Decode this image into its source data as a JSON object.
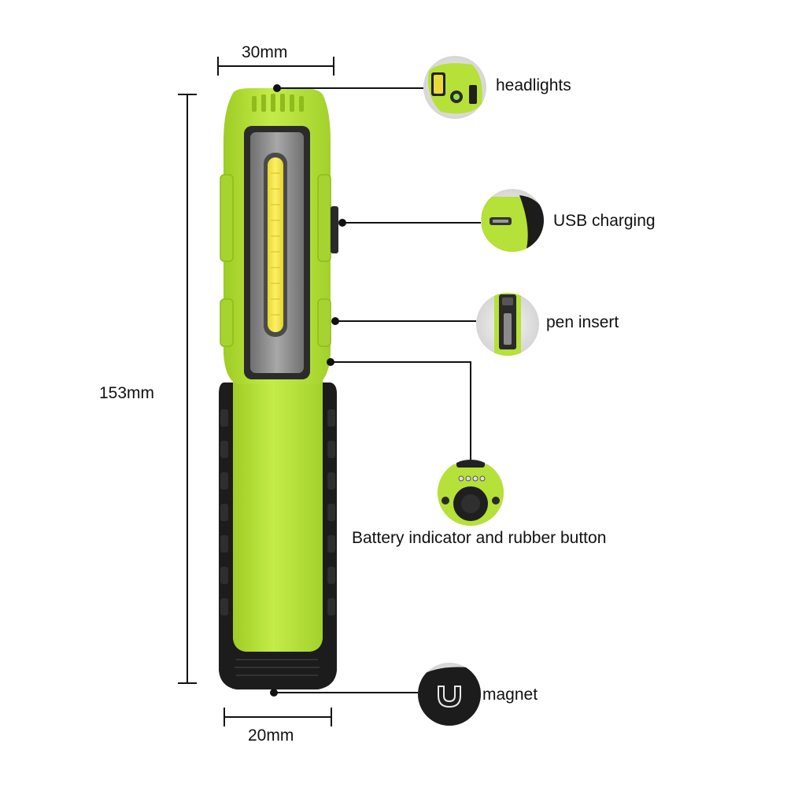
{
  "dimensions": {
    "top_width": "30mm",
    "height": "153mm",
    "bottom_width": "20mm"
  },
  "callouts": {
    "headlights": "headlights",
    "usb": "USB charging",
    "pen": "pen insert",
    "battery": "Battery indicator and rubber button",
    "magnet": "magnet"
  },
  "colors": {
    "body_green": "#b8e23a",
    "rubber_black": "#1c1c1c",
    "cob_yellow": "#f3e53a",
    "lens_gray": "#8a8a8a"
  }
}
